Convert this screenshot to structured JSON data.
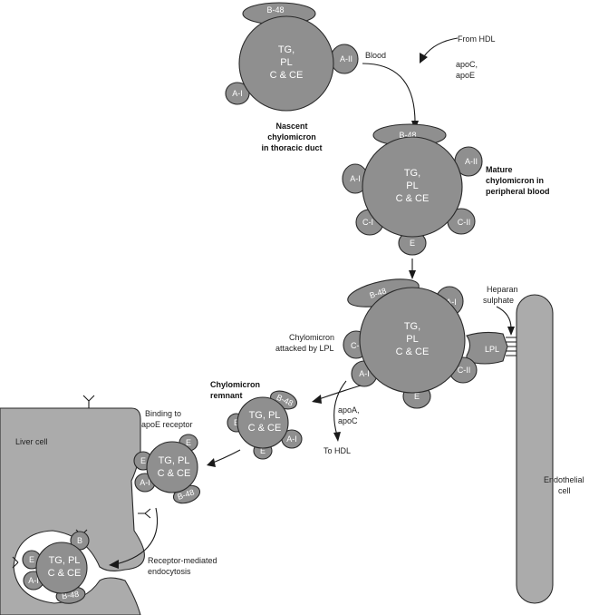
{
  "core": {
    "l1": "TG,",
    "l2": "PL",
    "l3": "C & CE",
    "l1b": "TG, PL"
  },
  "apo": {
    "b48": "B-48",
    "a1": "A-I",
    "a2": "A-II",
    "c1": "C-I",
    "c2": "C-II",
    "e": "E",
    "b": "B"
  },
  "labels": {
    "from_hdl": "From HDL",
    "apoc_1": "apoC,",
    "apoe": "apoE",
    "blood": "Blood",
    "nascent_1": "Nascent",
    "nascent_2": "chylomicron",
    "nascent_3": "in thoracic duct",
    "mature_1": "Mature",
    "mature_2": "chylomicron in",
    "mature_3": "peripheral blood",
    "heparan_1": "Heparan",
    "heparan_2": "sulphate",
    "lpl": "LPL",
    "attacked_1": "Chylomicron",
    "attacked_2": "attacked by LPL",
    "remnant_1": "Chylomicron",
    "remnant_2": "remnant",
    "apoa": "apoA,",
    "apoc_2": "apoC",
    "to_hdl": "To HDL",
    "binding_1": "Binding to",
    "binding_2": "apoE receptor",
    "liver": "Liver cell",
    "receptor_1": "Receptor-mediated",
    "receptor_2": "endocytosis",
    "endo_1": "Endothelial",
    "endo_2": "cell"
  },
  "colors": {
    "particle": "#8f8f8f",
    "cell": "#ababab",
    "text_on_particle": "#ffffff"
  }
}
